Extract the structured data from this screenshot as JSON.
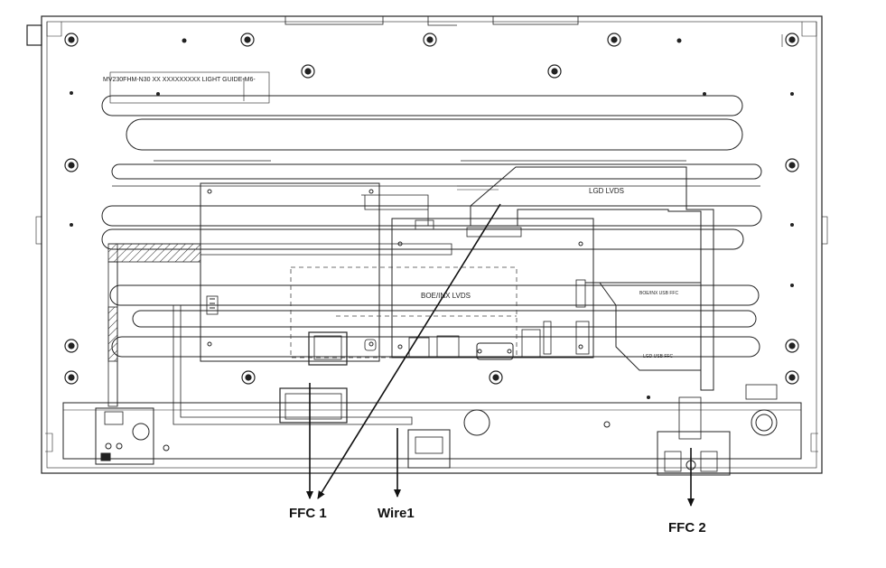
{
  "diagram": {
    "model_label": "MV230FHM-N30  XX  XXXXXXXXX  LIGHT  GUIDE-M6-",
    "board_labels": {
      "lgd_lvds": "LGD LVDS",
      "boe_inx_lvds": "BOE/INX LVDS",
      "boe_inx_b_ffc": "BOE/INX USB FFC",
      "lgd_usb_ffc": "LGD USB FFC"
    },
    "callouts": {
      "ffc1": "FFC 1",
      "wire1": "Wire1",
      "ffc2": "FFC 2"
    }
  }
}
